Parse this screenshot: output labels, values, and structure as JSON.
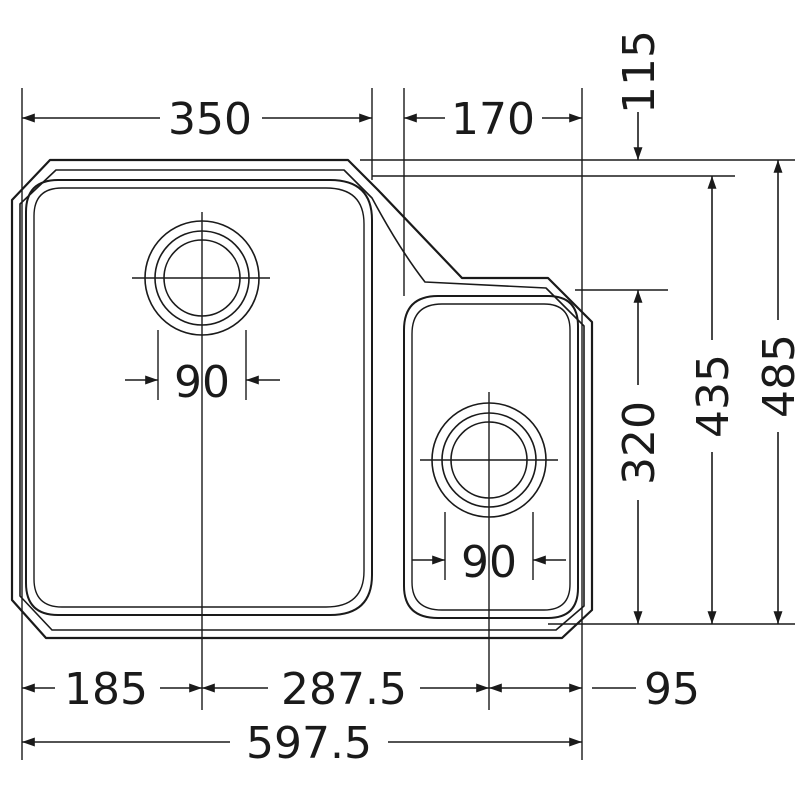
{
  "units": "mm",
  "colors": {
    "line": "#1a1a1a",
    "background": "#ffffff"
  },
  "dimensions": {
    "top_left_bowl_width": "350",
    "top_right_bowl_width": "170",
    "top_offset": "115",
    "left_drain_diameter": "90",
    "right_drain_diameter": "90",
    "bottom_left": "185",
    "bottom_middle": "287.5",
    "bottom_right": "95",
    "overall_width": "597.5",
    "right_bowl_depth": "320",
    "left_bowl_depth": "435",
    "overall_depth": "485"
  }
}
